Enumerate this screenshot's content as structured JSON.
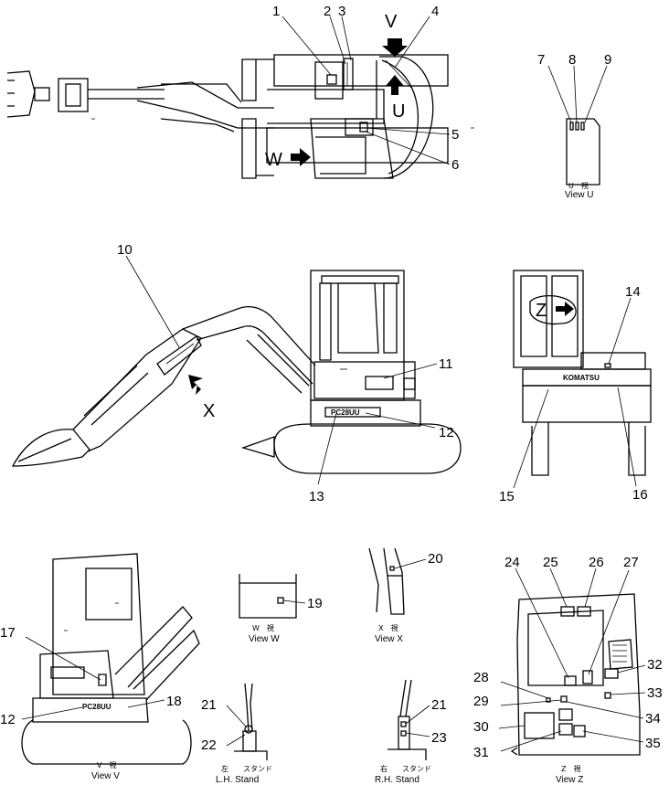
{
  "callouts": [
    "1",
    "2",
    "3",
    "4",
    "5",
    "6",
    "7",
    "8",
    "9",
    "10",
    "11",
    "12",
    "13",
    "14",
    "15",
    "16",
    "17",
    "18",
    "19",
    "20",
    "21",
    "22",
    "23",
    "24",
    "25",
    "26",
    "27",
    "28",
    "29",
    "30",
    "31",
    "32",
    "33",
    "34",
    "35"
  ],
  "view_letters": {
    "u": "U",
    "v": "V",
    "w": "W",
    "x": "X",
    "z": "Z"
  },
  "brand_text": {
    "side_model": "PC28UU",
    "rear_brand": "KOMATSU",
    "view_v_model": "PC28UU"
  },
  "captions": {
    "view_u_jp": "U　視",
    "view_u": "View  U",
    "view_v_jp": "V　視",
    "view_v": "View  V",
    "view_w_jp": "W　視",
    "view_w": "View  W",
    "view_x_jp": "X　視",
    "view_x": "View  X",
    "view_z_jp": "Z　視",
    "view_z": "View  Z",
    "lh_jp": "左　　スタンド",
    "lh": "L.H.  Stand",
    "rh_jp": "右　　スタンド",
    "rh": "R.H.  Stand"
  }
}
